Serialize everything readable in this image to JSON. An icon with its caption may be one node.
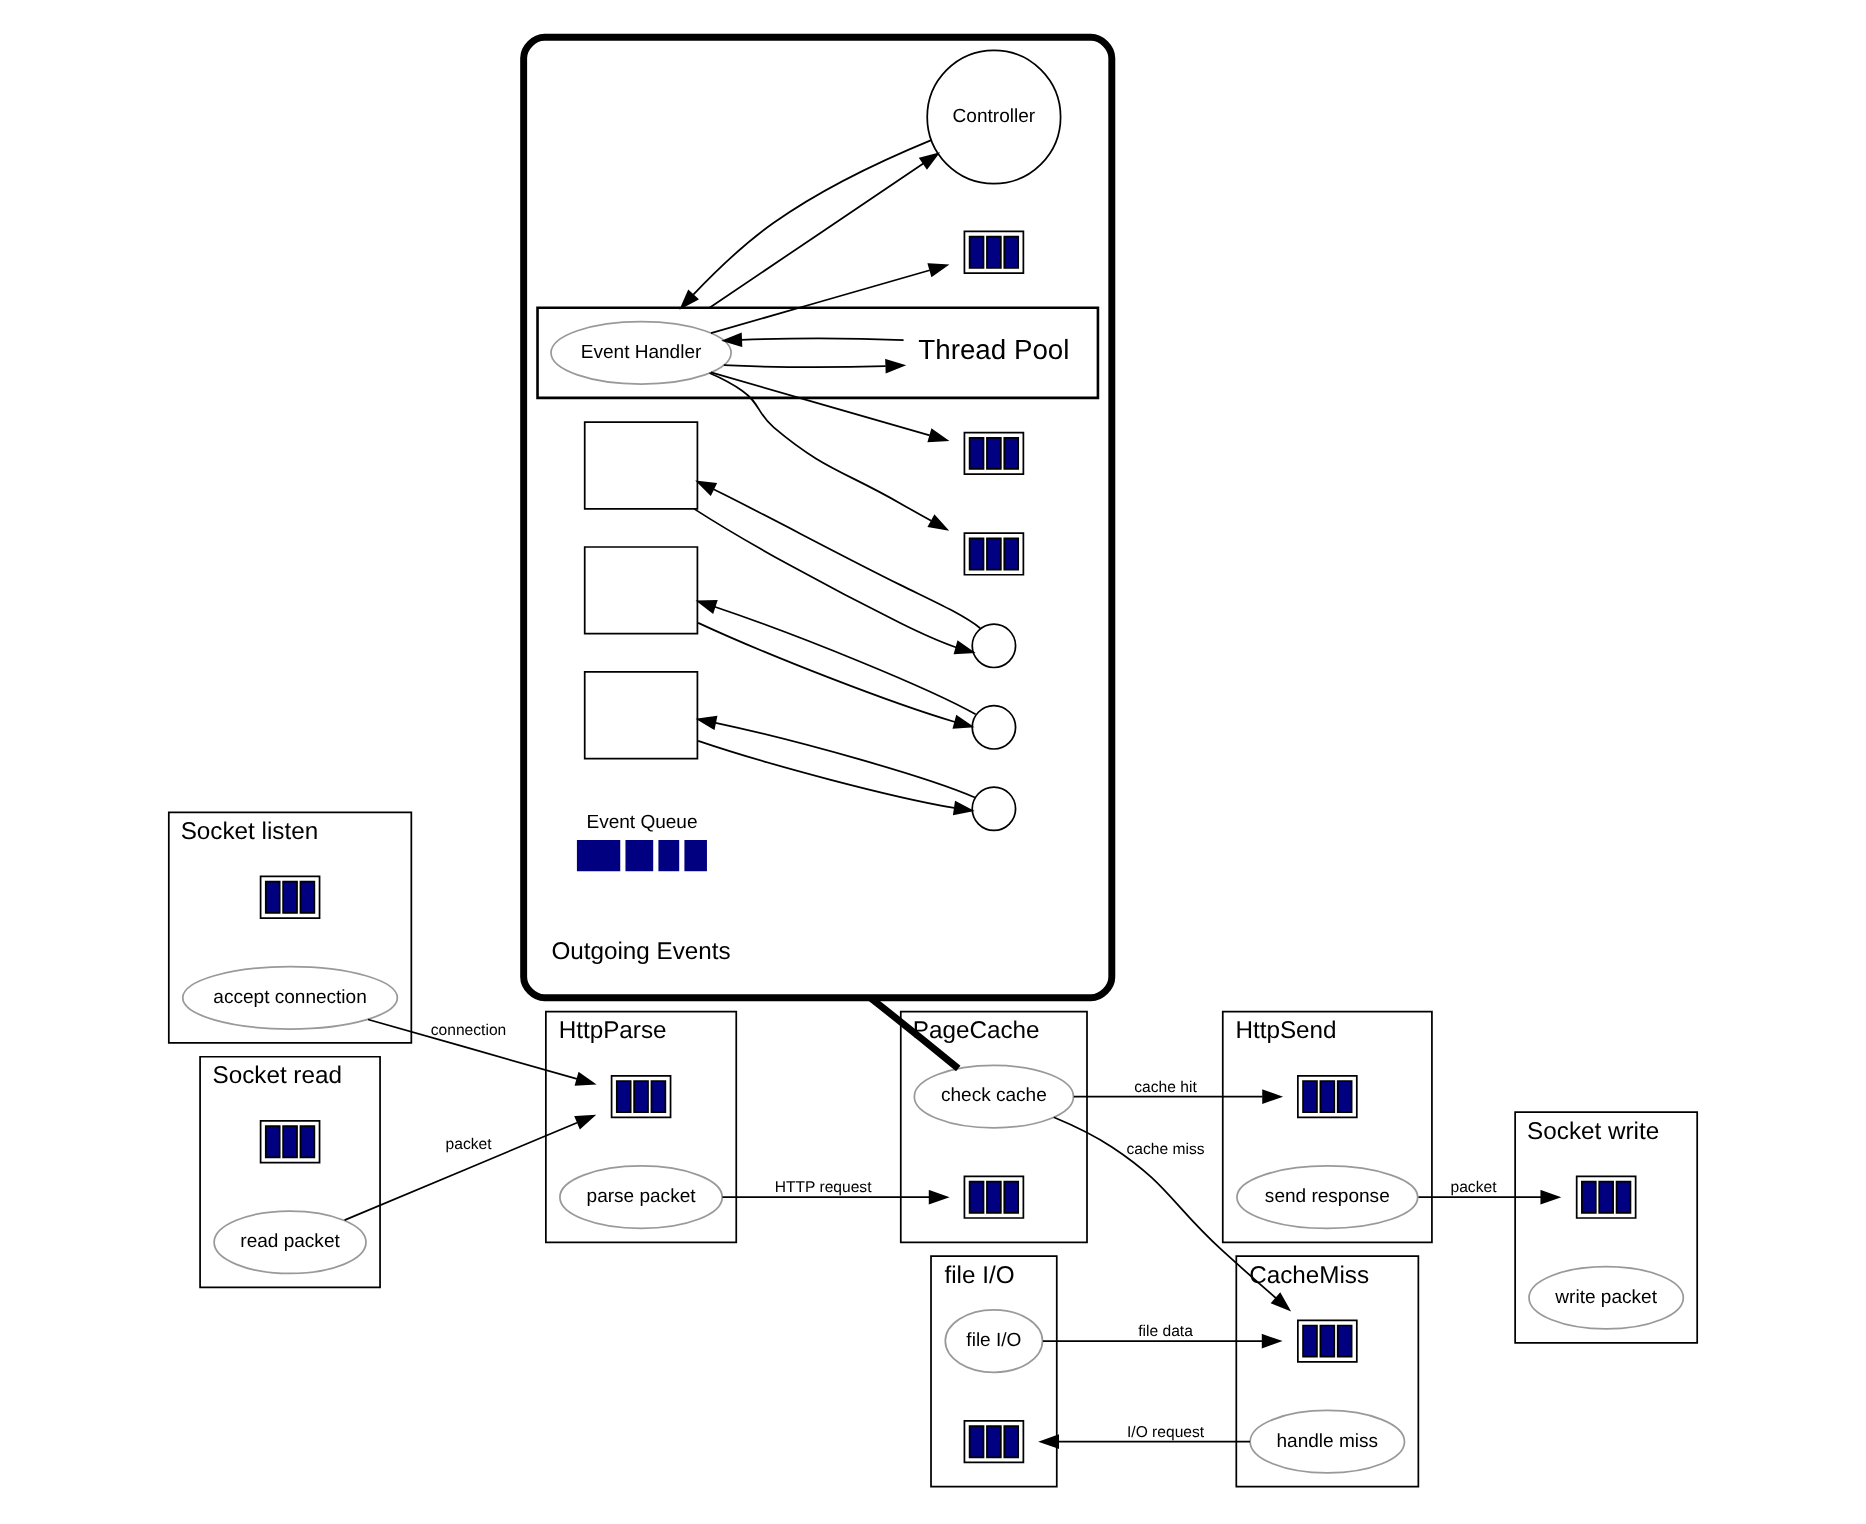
{
  "diagram": {
    "nodes": [
      {
        "text": [],
        "shape": "box"
      },
      {
        "text": [
          "Event Queue"
        ],
        "in": 0
      },
      {
        "text": [],
        "shape": "box",
        "in": 0
      },
      {
        "text": [
          "Event Handler"
        ],
        "in": 2
      },
      {
        "text": [
          "Thread Pool"
        ],
        "in": 2
      },
      {
        "text": [
          "Controller"
        ],
        "in": 0
      },
      {
        "text": [],
        "shape": "bar",
        "in": 0
      },
      {
        "text": [],
        "shape": "box",
        "in": 0
      },
      {
        "text": [],
        "shape": "circle",
        "in": 0
      },
      {
        "text": [],
        "shape": "bar",
        "in": 0
      },
      {
        "text": [],
        "shape": "box",
        "in": 0
      },
      {
        "text": [],
        "shape": "circle",
        "in": 0
      },
      {
        "text": [],
        "shape": "bar",
        "in": 0
      },
      {
        "text": [],
        "shape": "box",
        "in": 0
      },
      {
        "text": [],
        "shape": "circle",
        "in": 0
      },
      {
        "text": [
          "Socket listen"
        ]
      },
      {
        "text": [],
        "shape": "bar",
        "in": 15
      },
      {
        "text": [
          "accept connection"
        ],
        "in": 15
      },
      {
        "text": [
          "Socket read"
        ]
      },
      {
        "text": [],
        "shape": "bar",
        "in": 18
      },
      {
        "text": [
          "read packet"
        ],
        "in": 18
      },
      {
        "text": [
          "HttpParse"
        ]
      },
      {
        "text": [],
        "shape": "bar",
        "in": 21
      },
      {
        "text": [
          "parse packet"
        ],
        "in": 21
      },
      {
        "text": [
          "PageCache"
        ]
      },
      {
        "text": [],
        "shape": "bar",
        "in": 24
      },
      {
        "text": [
          "check cache"
        ],
        "in": 24
      },
      {
        "text": [
          "CacheMiss"
        ]
      },
      {
        "text": [],
        "shape": "bar",
        "in": 27
      },
      {
        "text": [
          "handle miss"
        ],
        "in": 27
      },
      {
        "text": [
          "file I/O"
        ]
      },
      {
        "text": [],
        "shape": "bar",
        "in": 30
      },
      {
        "text": [
          "file I/O"
        ],
        "in": 30
      },
      {
        "text": [
          "HttpSend"
        ]
      },
      {
        "text": [],
        "shape": "bar",
        "in": 33
      },
      {
        "text": [
          "send response"
        ],
        "in": 33
      },
      {
        "text": [
          "Socket write"
        ]
      },
      {
        "text": [],
        "shape": "bar",
        "in": 36
      },
      {
        "text": [
          "write packet"
        ],
        "in": 36
      }
    ],
    "edges": [
      {
        "from": 3,
        "to": 4,
        "arrow": "to"
      },
      {
        "from": 4,
        "to": 3,
        "arrow": "to"
      },
      {
        "from": 2,
        "to": 5,
        "arrow": "to"
      },
      {
        "from": 5,
        "to": 2,
        "arrow": "to"
      },
      {
        "from": 3,
        "to": 6,
        "arrow": "to"
      },
      {
        "from": 3,
        "to": 9,
        "arrow": "to"
      },
      {
        "from": 3,
        "to": 12,
        "arrow": "to"
      },
      {
        "from": 7,
        "to": 8,
        "arrow": "to"
      },
      {
        "from": 8,
        "to": 7,
        "arrow": "to"
      },
      {
        "from": 10,
        "to": 11,
        "arrow": "to"
      },
      {
        "from": 11,
        "to": 10,
        "arrow": "to"
      },
      {
        "from": 13,
        "to": 14,
        "arrow": "to"
      },
      {
        "from": 14,
        "to": 13,
        "arrow": "to"
      },
      {
        "from": 17,
        "to": 22,
        "arrow": "to",
        "label": "connection"
      },
      {
        "from": 20,
        "to": 22,
        "arrow": "to",
        "label": "packet"
      },
      {
        "from": 23,
        "to": 25,
        "arrow": "to",
        "label": "HTTP request"
      },
      {
        "from": 26,
        "to": 28,
        "arrow": "to",
        "label": "cache miss"
      },
      {
        "from": 26,
        "to": 34,
        "arrow": "to",
        "label": "cache hit"
      },
      {
        "from": 29,
        "to": 31,
        "arrow": "to",
        "label": "I/O request"
      },
      {
        "from": 32,
        "to": 28,
        "arrow": "to",
        "label": "file data"
      },
      {
        "from": 35,
        "to": 37,
        "arrow": "to",
        "label": "packet"
      },
      {
        "from": 0,
        "to": 26,
        "arrow": "none",
        "style": "thick"
      }
    ],
    "labels": [
      "Outgoing Events"
    ]
  }
}
